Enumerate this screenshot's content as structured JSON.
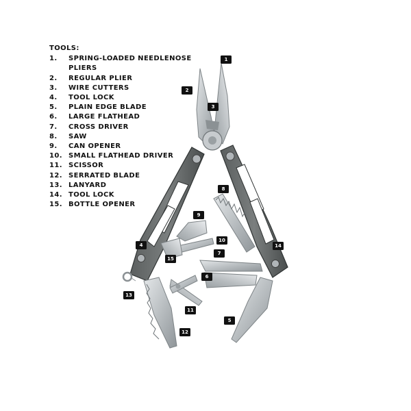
{
  "legend": {
    "title": "TOOLS:",
    "items": [
      {
        "num": "1.",
        "label": "SPRING-LOADED NEEDLENOSE PLIERS"
      },
      {
        "num": "2.",
        "label": "REGULAR PLIER"
      },
      {
        "num": "3.",
        "label": "WIRE CUTTERS"
      },
      {
        "num": "4.",
        "label": "TOOL LOCK"
      },
      {
        "num": "5.",
        "label": "PLAIN EDGE BLADE"
      },
      {
        "num": "6.",
        "label": "LARGE FLATHEAD"
      },
      {
        "num": "7.",
        "label": "CROSS DRIVER"
      },
      {
        "num": "8.",
        "label": "SAW"
      },
      {
        "num": "9.",
        "label": "CAN OPENER"
      },
      {
        "num": "10.",
        "label": "SMALL FLATHEAD DRIVER"
      },
      {
        "num": "11.",
        "label": "SCISSOR"
      },
      {
        "num": "12.",
        "label": "SERRATED BLADE"
      },
      {
        "num": "13.",
        "label": "LANYARD"
      },
      {
        "num": "14.",
        "label": "TOOL LOCK"
      },
      {
        "num": "15.",
        "label": "BOTTLE OPENER"
      }
    ]
  },
  "callouts": {
    "c1": "1",
    "c2": "2",
    "c3": "3",
    "c4": "4",
    "c5": "5",
    "c6": "6",
    "c7": "7",
    "c8": "8",
    "c9": "9",
    "c10": "10",
    "c11": "11",
    "c12": "12",
    "c13": "13",
    "c14": "14",
    "c15": "15"
  },
  "colors": {
    "steel": "#c9cdd0",
    "steel_dark": "#8c9296",
    "handle": "#6e7272",
    "handle_dark": "#3e4242",
    "tag": "#111111"
  }
}
